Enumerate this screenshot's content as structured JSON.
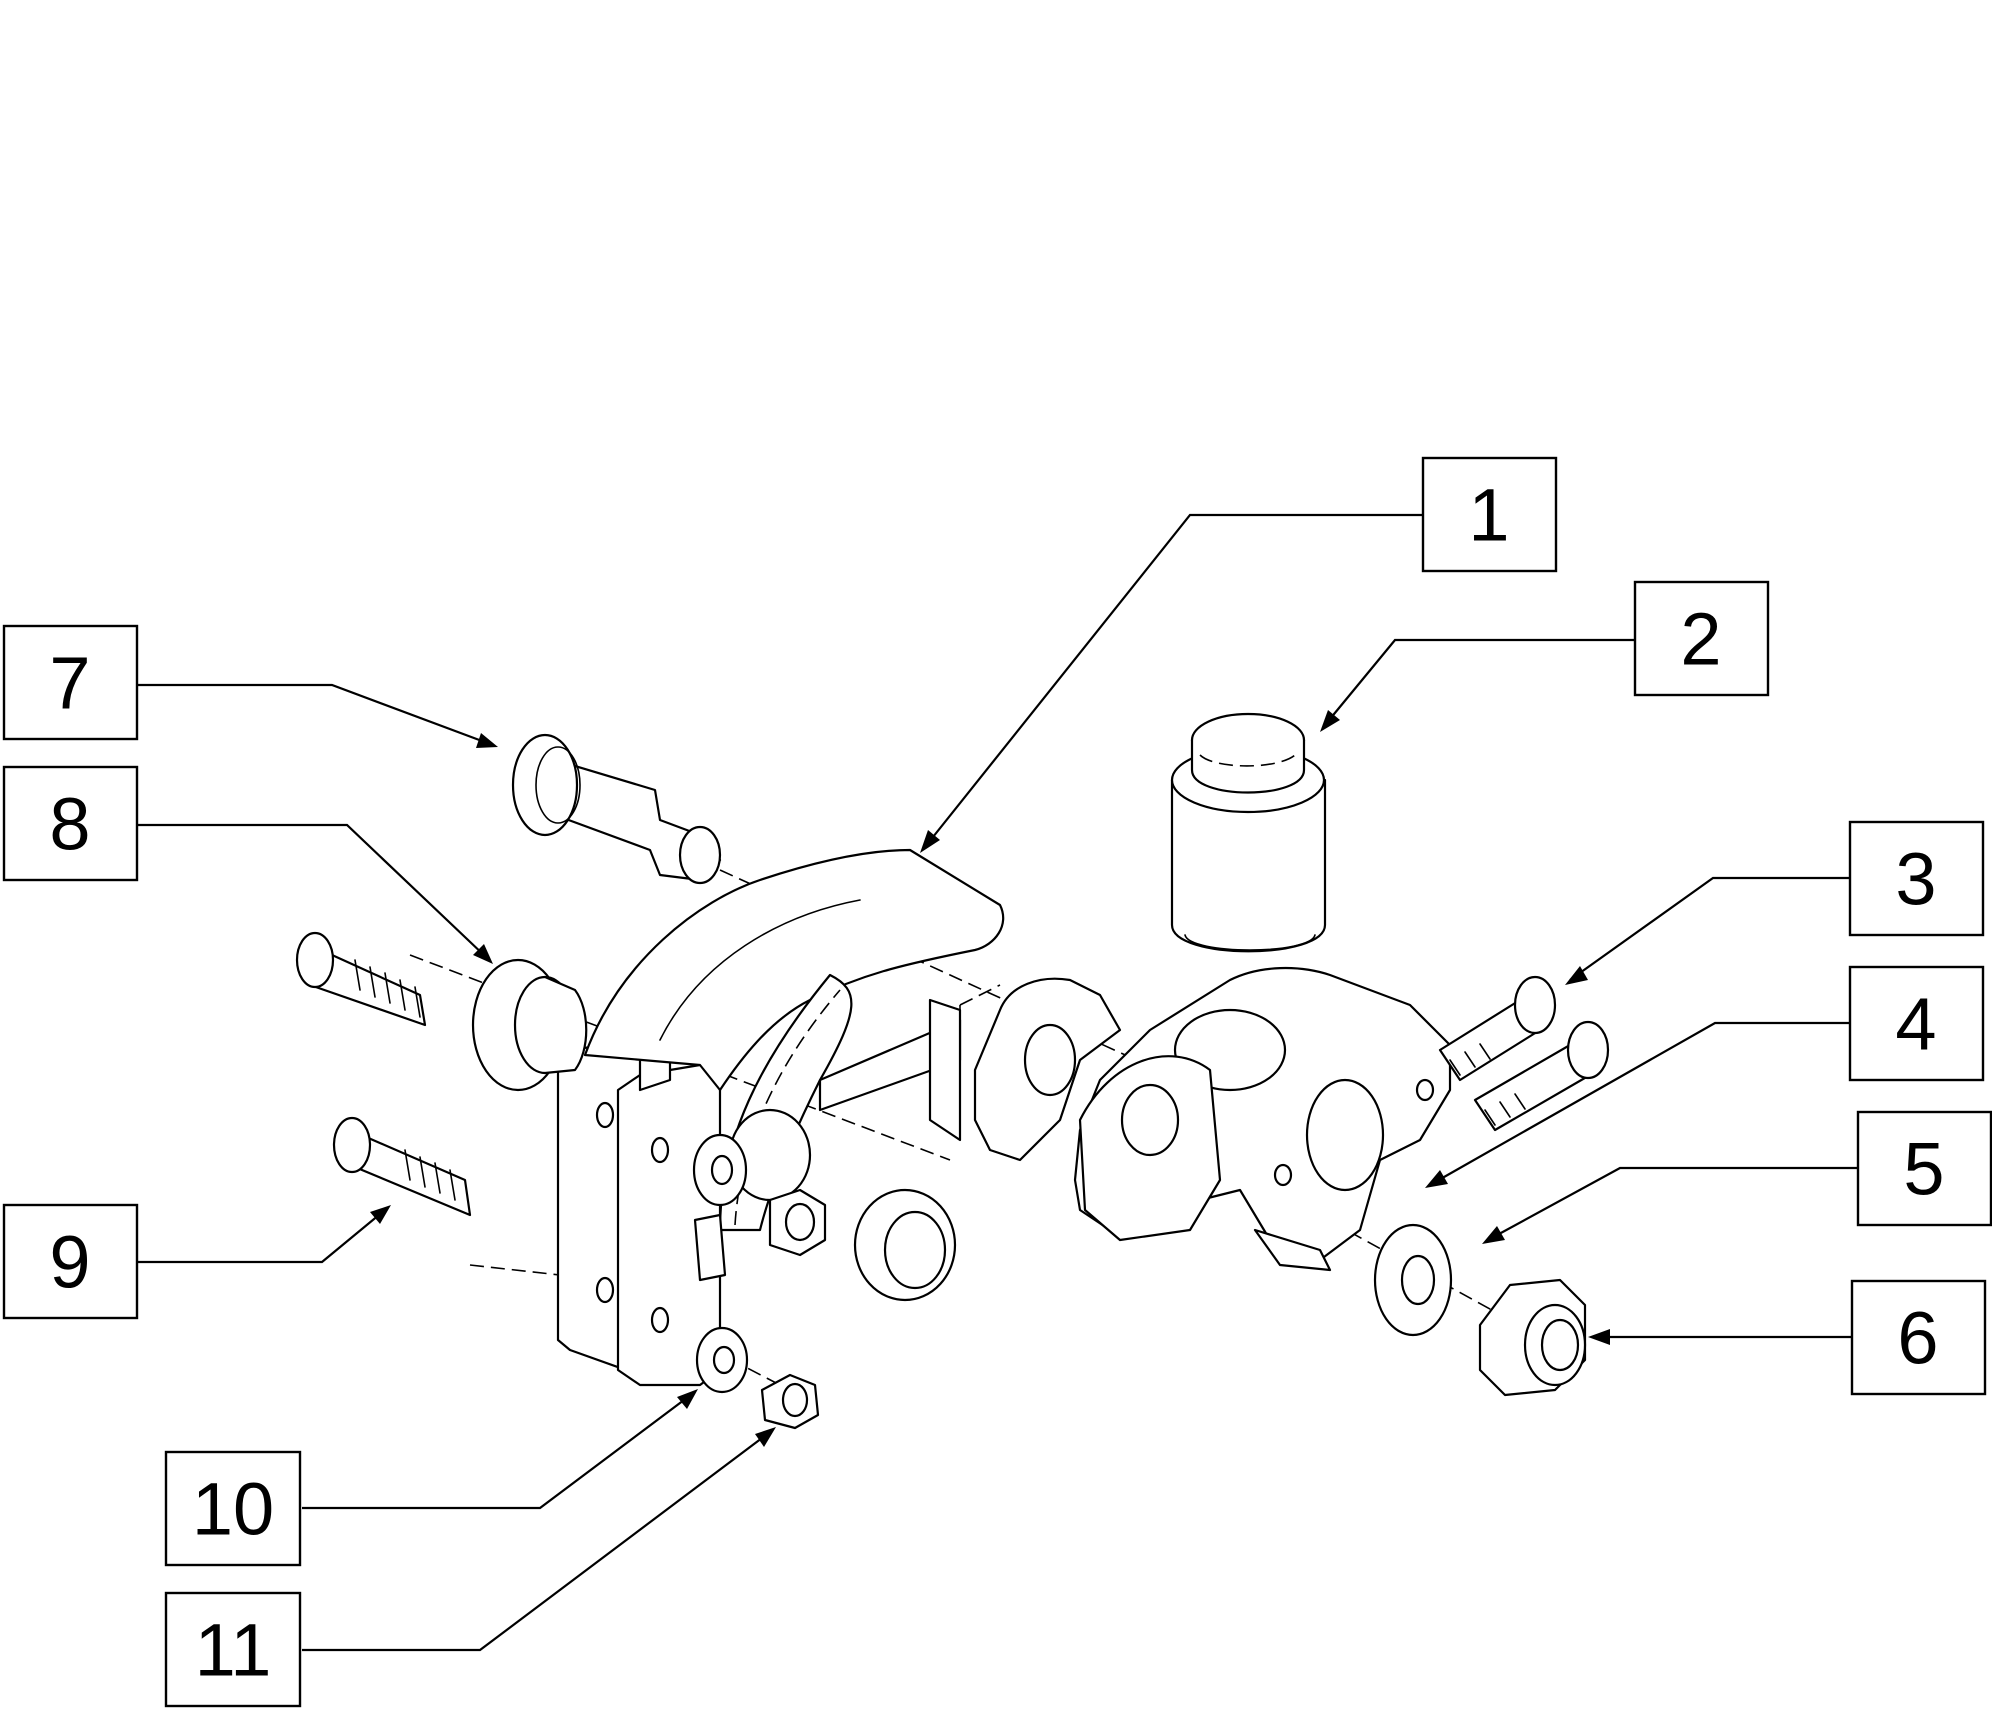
{
  "callouts": [
    {
      "id": "callout-1",
      "label": "1"
    },
    {
      "id": "callout-2",
      "label": "2"
    },
    {
      "id": "callout-3",
      "label": "3"
    },
    {
      "id": "callout-4",
      "label": "4"
    },
    {
      "id": "callout-5",
      "label": "5"
    },
    {
      "id": "callout-6",
      "label": "6"
    },
    {
      "id": "callout-7",
      "label": "7"
    },
    {
      "id": "callout-8",
      "label": "8"
    },
    {
      "id": "callout-9",
      "label": "9"
    },
    {
      "id": "callout-10",
      "label": "10"
    },
    {
      "id": "callout-11",
      "label": "11"
    }
  ]
}
